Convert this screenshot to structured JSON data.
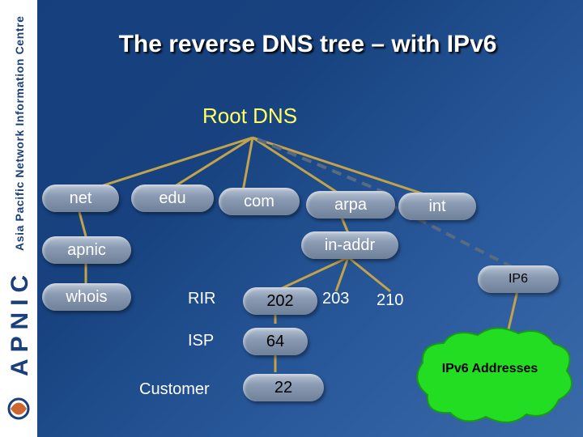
{
  "slide": {
    "title": "The reverse DNS tree – with IPv6",
    "sidebar_text": "Asia Pacific Network Information Centre",
    "logo_text": "APNIC"
  },
  "tree": {
    "root": "Root DNS",
    "top_level": [
      "net",
      "edu",
      "com",
      "arpa",
      "int"
    ],
    "apnic": "apnic",
    "in_addr": "in-addr",
    "ip6": "IP6",
    "whois": "whois",
    "rir": "RIR",
    "isp": "ISP",
    "customer": "Customer",
    "n202": "202",
    "n203": "203",
    "n210": "210",
    "n64": "64",
    "n22": "22",
    "ipv6_addresses": "IPv6 Addresses"
  },
  "colors": {
    "background": "#17427f",
    "title": "#ffffff",
    "root_label": "#ffff66",
    "solid_line": "#c2a24a",
    "dashed_line": "#5a6a80",
    "cloud": "#22dd22",
    "node": "#8a9bb3"
  }
}
